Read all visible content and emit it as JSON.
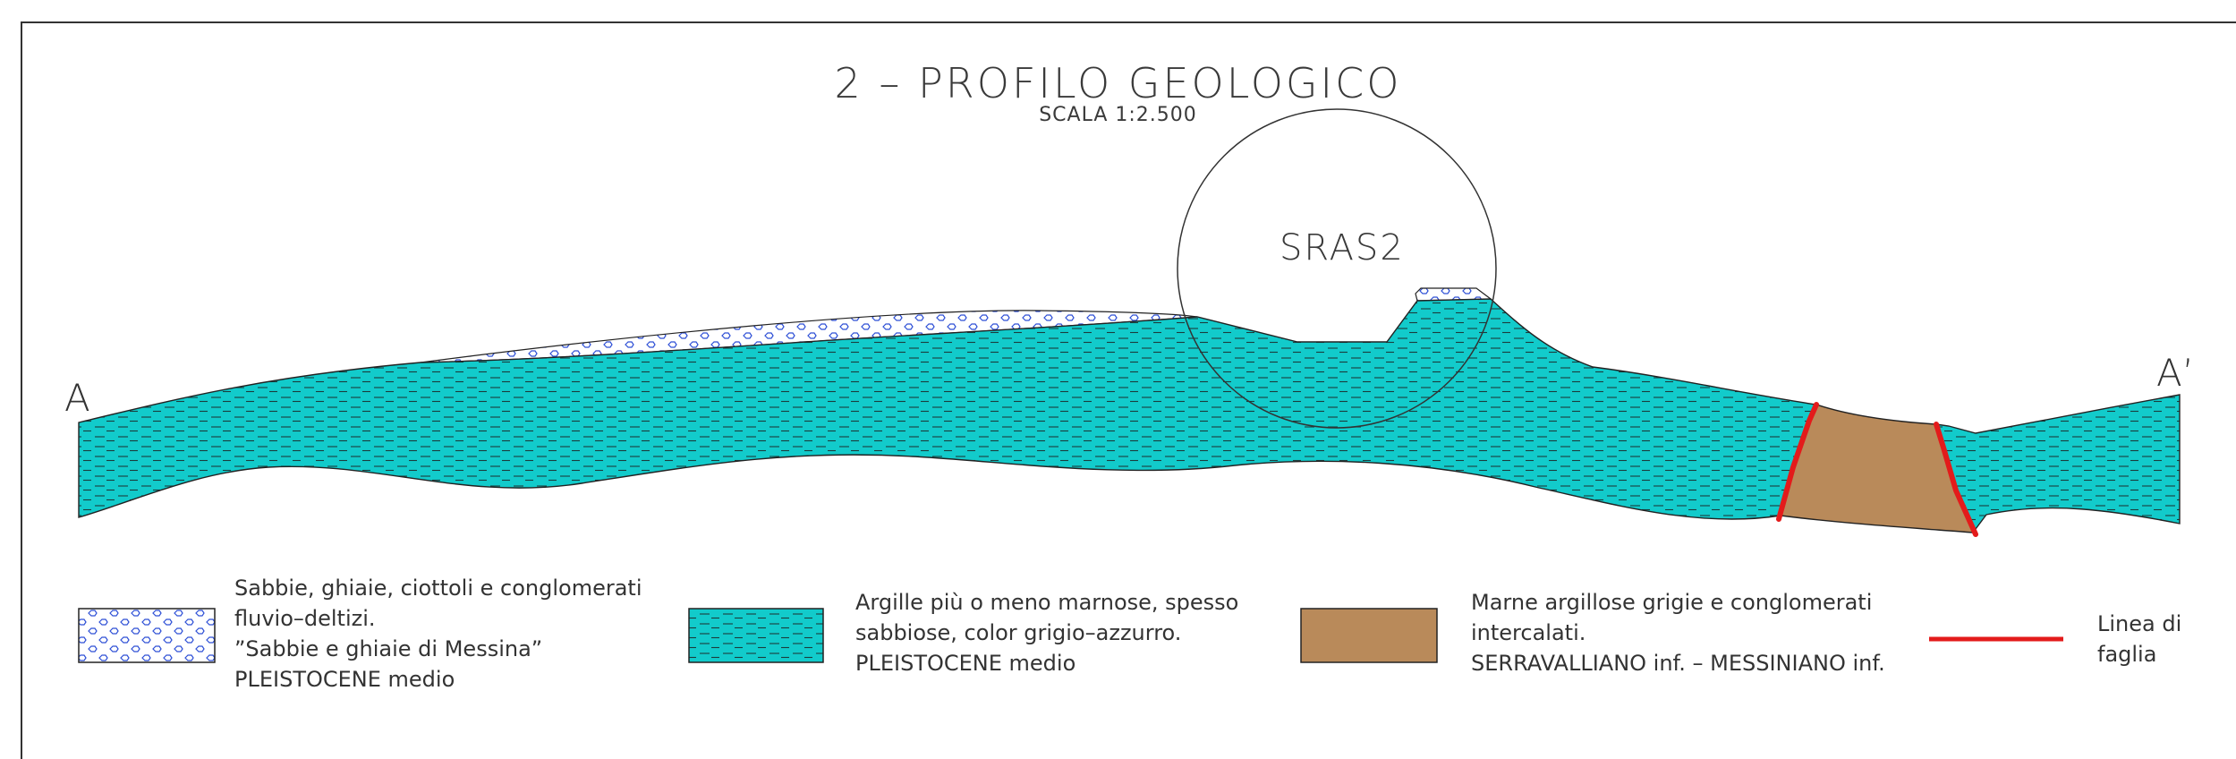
{
  "title": "2 – PROFILO GEOLOGICO",
  "subtitle": "SCALA 1:2.500",
  "section_ends": {
    "start": "A",
    "end": "A’"
  },
  "borehole": {
    "label": "SRAS2"
  },
  "colors": {
    "sands_pattern": "#2d4fd6",
    "clays": "#12cbcb",
    "marls": "#b98a5a",
    "fault": "#e31b1b",
    "outline": "#222222"
  },
  "legend": {
    "sands": "Sabbie, ghiaie, ciottoli e conglomerati\nfluvio–deltizi.\n”Sabbie e ghiaie di Messina”\nPLEISTOCENE medio",
    "clays": "Argille più o meno marnose, spesso\nsabbiose, color grigio–azzurro.\nPLEISTOCENE medio",
    "marls": "Marne argillose grigie e conglomerati\nintercalati.\nSERRAVALLIANO inf. – MESSINIANO inf.",
    "fault": "Linea di\nfaglia"
  }
}
